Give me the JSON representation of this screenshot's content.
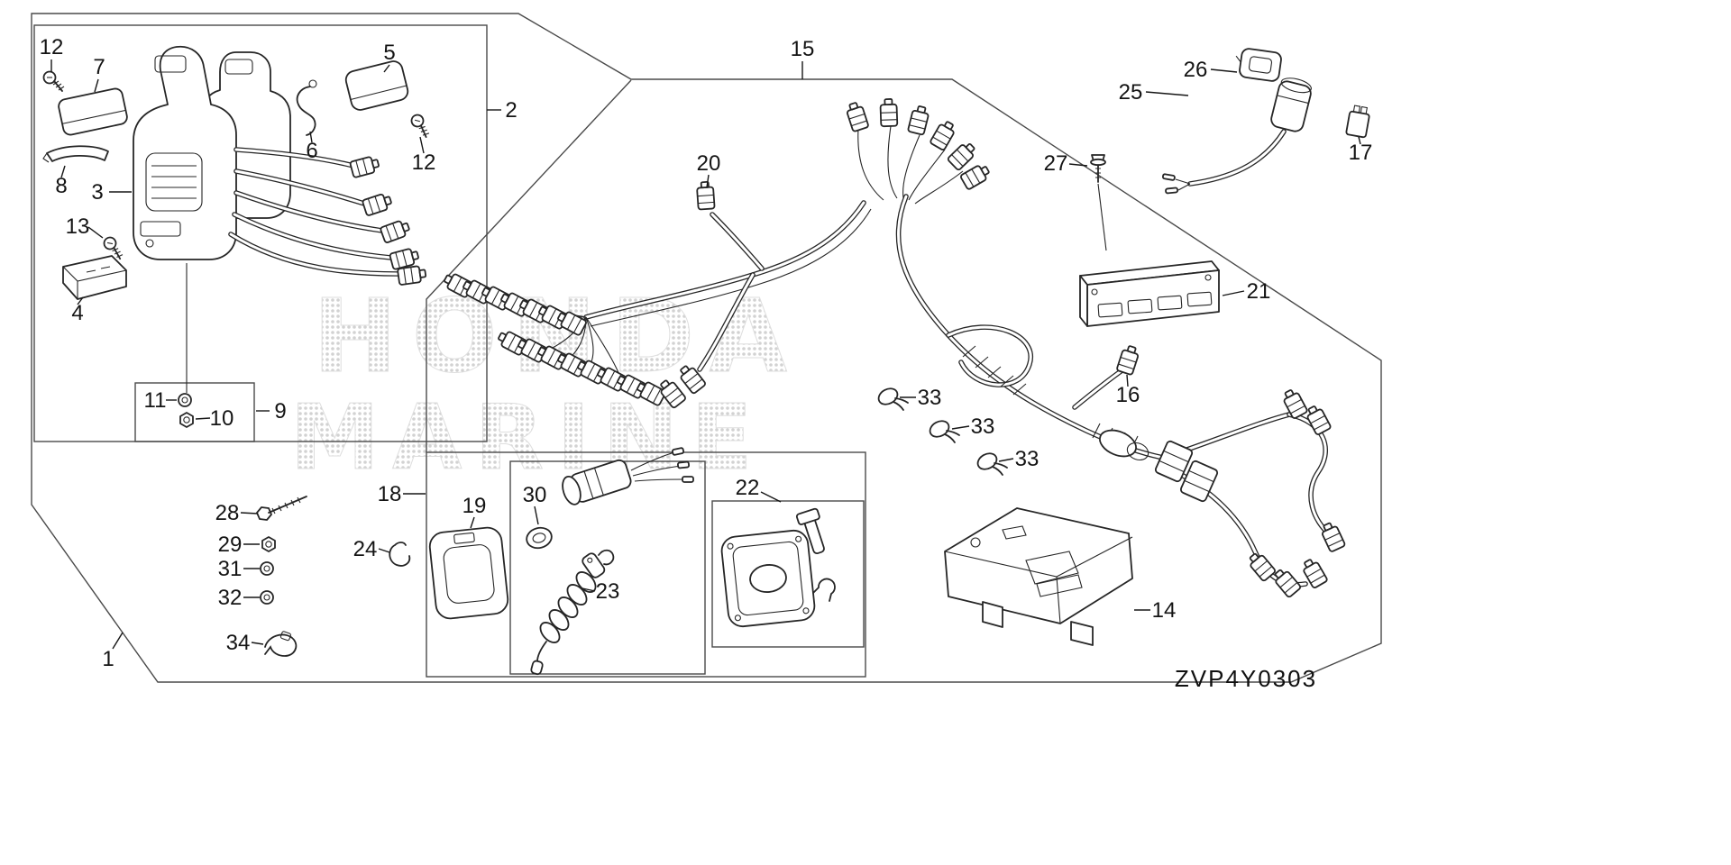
{
  "diagram": {
    "code": "ZVP4Y0303",
    "watermark_line1": "HONDA",
    "watermark_line2": "MARINE"
  },
  "callouts": [
    "12",
    "7",
    "5",
    "2",
    "15",
    "26",
    "25",
    "6",
    "12",
    "27",
    "17",
    "8",
    "3",
    "20",
    "13",
    "4",
    "21",
    "11",
    "10",
    "9",
    "16",
    "33",
    "33",
    "33",
    "28",
    "18",
    "19",
    "30",
    "22",
    "29",
    "24",
    "31",
    "32",
    "23",
    "14",
    "34",
    "1"
  ]
}
